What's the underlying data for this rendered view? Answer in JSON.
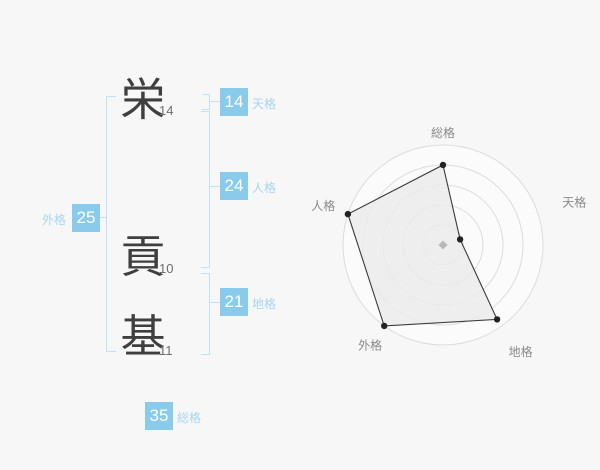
{
  "name": {
    "characters": [
      {
        "char": "栄",
        "strokes": "14"
      },
      {
        "char": "貢",
        "strokes": "10"
      },
      {
        "char": "基",
        "strokes": "11"
      }
    ]
  },
  "kaku": {
    "tenkaku": {
      "value": "14",
      "label": "天格"
    },
    "jinkaku": {
      "value": "24",
      "label": "人格"
    },
    "chikaku": {
      "value": "21",
      "label": "地格"
    },
    "gaikaku": {
      "value": "25",
      "label": "外格"
    },
    "soukaku": {
      "value": "35",
      "label": "総格"
    }
  },
  "colors": {
    "accent": "#8acbec",
    "accent_light": "#bfe2f4",
    "kaku_label": "#a6d6ef",
    "badge_text": "#ffffff",
    "ring": "#dcdcdc",
    "ring_fill": "#fbfbfb",
    "polygon_fill": "#ebebeb",
    "polygon_stroke": "#3a3a3a",
    "dot": "#222222",
    "center_marker": "#b9b9b9",
    "axis_label": "#8a8a8a"
  },
  "chart_data": {
    "type": "radar",
    "categories": [
      "総格",
      "天格",
      "地格",
      "外格",
      "人格"
    ],
    "values": [
      80,
      18,
      92,
      100,
      100
    ],
    "max": 100,
    "rings": 5,
    "start_angle_deg": -90,
    "grid": "circular",
    "legend": "none",
    "center_marker": "diamond"
  }
}
